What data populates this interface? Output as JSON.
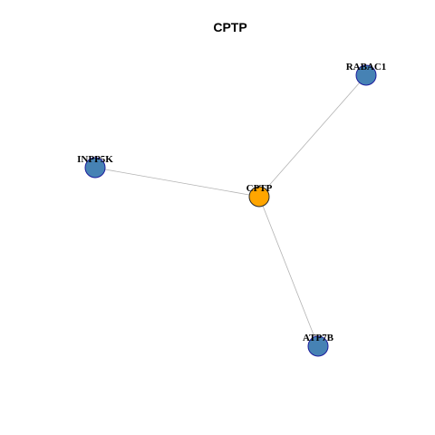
{
  "title": "CPTP",
  "colors": {
    "hub_fill": "#FFA500",
    "hub_stroke": "#2B2B2B",
    "leaf_fill": "#4682B4",
    "leaf_stroke": "#1C1C9C",
    "edge": "#B3B3B3"
  },
  "nodes": [
    {
      "id": "CPTP",
      "role": "hub"
    },
    {
      "id": "RABAC1",
      "role": "leaf"
    },
    {
      "id": "INPP5K",
      "role": "leaf"
    },
    {
      "id": "ATP7B",
      "role": "leaf"
    }
  ],
  "edges": [
    {
      "source": "CPTP",
      "target": "RABAC1"
    },
    {
      "source": "CPTP",
      "target": "INPP5K"
    },
    {
      "source": "CPTP",
      "target": "ATP7B"
    }
  ]
}
